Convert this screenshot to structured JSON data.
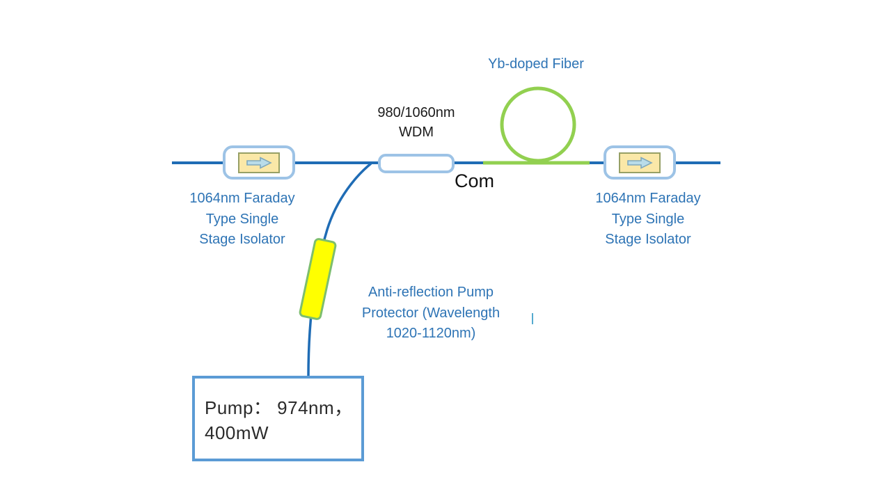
{
  "labels": {
    "yb_fiber": "Yb-doped Fiber",
    "wdm": {
      "line1": "980/1060nm",
      "line2": "WDM"
    },
    "com": "Com",
    "isolator_left": {
      "line1": "1064nm Faraday",
      "line2": "Type Single",
      "line3": "Stage Isolator"
    },
    "isolator_right": {
      "line1": "1064nm Faraday",
      "line2": "Type Single",
      "line3": "Stage Isolator"
    },
    "protector": {
      "line1": "Anti-reflection Pump",
      "line2": "Protector (Wavelength",
      "line3": "1020-1120nm)"
    },
    "pump": {
      "line1": "Pump： 974nm，",
      "line2": "400mW"
    }
  },
  "icons": {
    "isolator_arrow": "right-arrow-icon"
  },
  "colors": {
    "fiber_blue": "#1F6CB5",
    "component_border_blue": "#9DC3E6",
    "pump_border_blue": "#5B9BD5",
    "fiber_green": "#92D050",
    "protector_yellow": "#FFFF00",
    "protector_border_green": "#7DBE6E",
    "label_text_blue": "#2E74B5",
    "diagram_text_black": "#1A1A1A",
    "isolator_inner_fill": "#FAE8A8",
    "isolator_inner_border": "#97A065",
    "arrow_fill": "#B9DCE9",
    "arrow_stroke": "#7FA8BC"
  }
}
